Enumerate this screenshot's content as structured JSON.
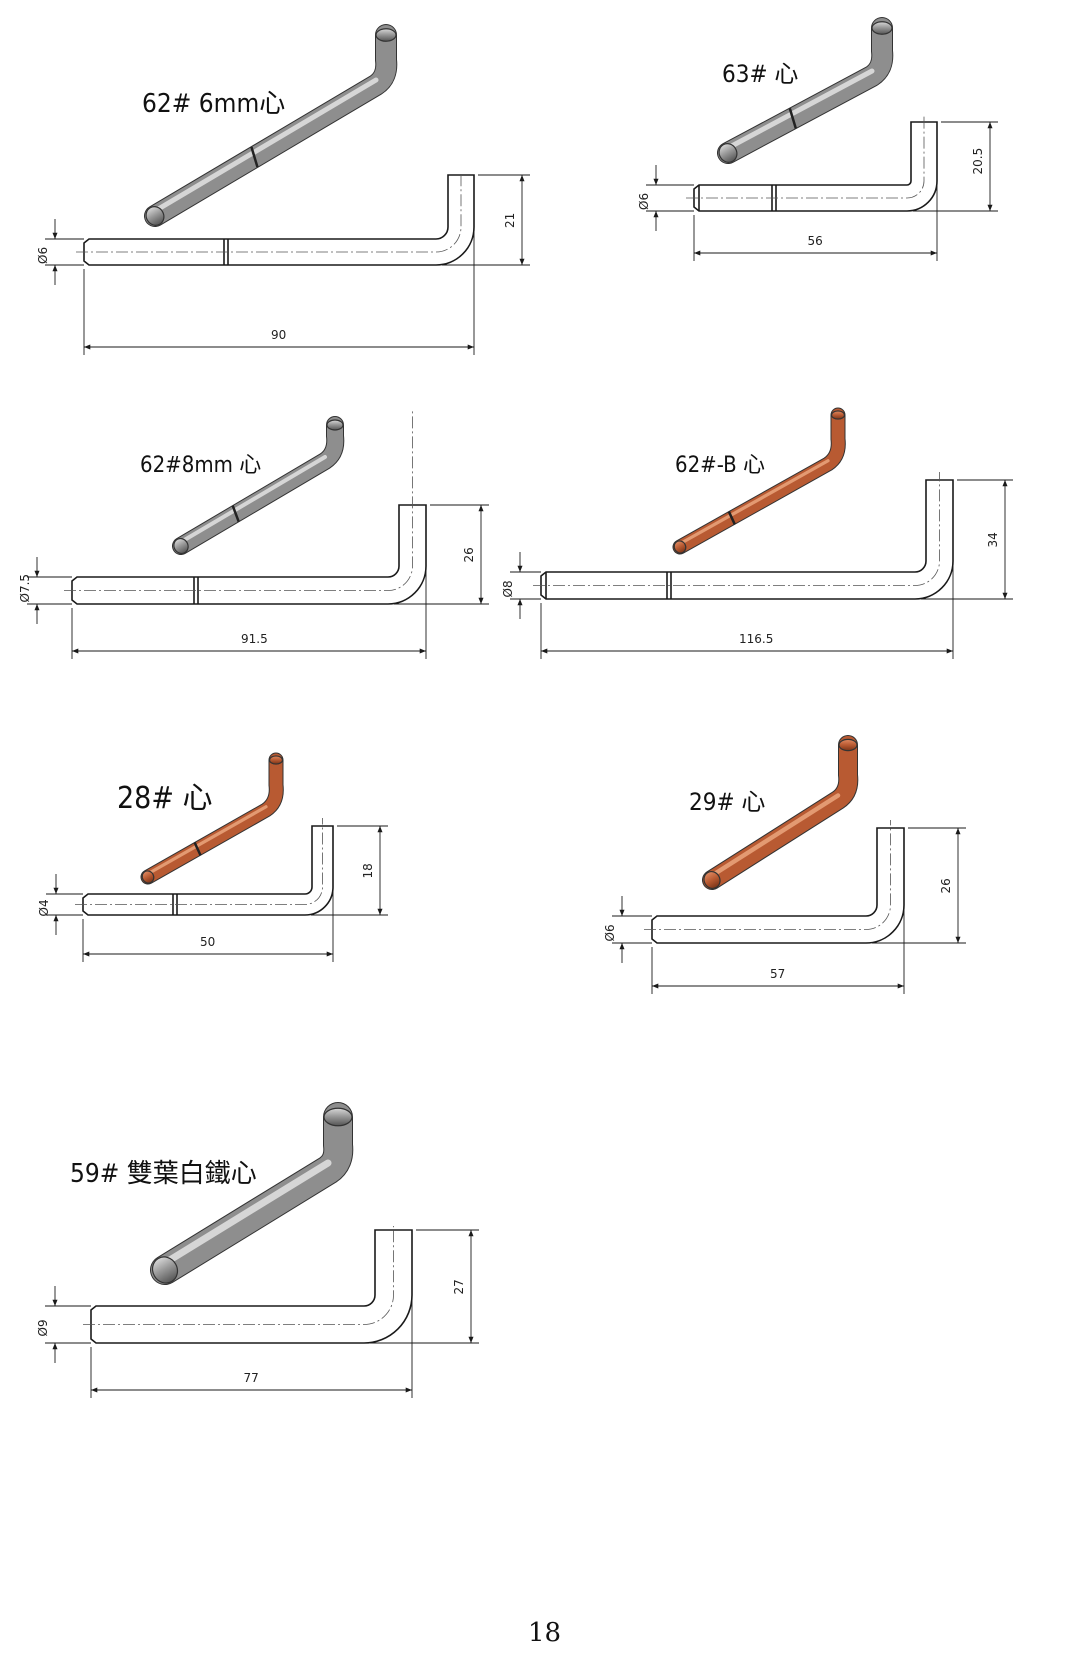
{
  "page": {
    "number": "18"
  },
  "parts": [
    {
      "id": "62-6mm",
      "title": "62# 6mm心",
      "diameter": "Ø6",
      "length": "90",
      "height": "21",
      "color": "gray"
    },
    {
      "id": "63",
      "title": "63# 心",
      "diameter": "Ø6",
      "length": "56",
      "height": "20.5",
      "color": "gray"
    },
    {
      "id": "62-8mm",
      "title": "62#8mm 心",
      "diameter": "Ø7.5",
      "length": "91.5",
      "height": "26",
      "color": "gray"
    },
    {
      "id": "62-B",
      "title": "62#-B 心",
      "diameter": "Ø8",
      "length": "116.5",
      "height": "34",
      "color": "copper"
    },
    {
      "id": "28",
      "title": "28# 心",
      "diameter": "Ø4",
      "length": "50",
      "height": "18",
      "color": "copper"
    },
    {
      "id": "29",
      "title": "29# 心",
      "diameter": "Ø6",
      "length": "57",
      "height": "26",
      "color": "copper"
    },
    {
      "id": "59",
      "title": "59# 雙葉白鐵心",
      "diameter": "Ø9",
      "length": "77",
      "height": "27",
      "color": "gray"
    }
  ],
  "colors": {
    "gray": "#8e8e8e",
    "copper": "#b85a32",
    "line": "#1a1a1a"
  }
}
